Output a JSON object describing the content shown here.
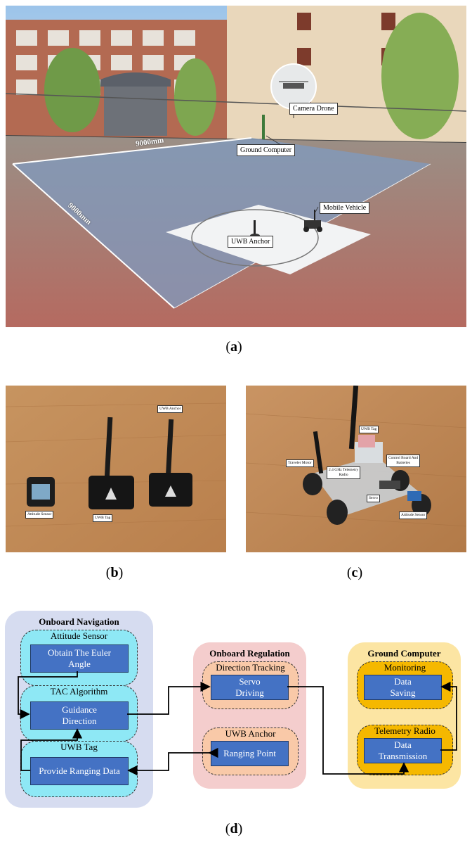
{
  "panel_a": {
    "label_paren_open": "(",
    "label_letter": "a",
    "label_paren_close": ")",
    "callouts": {
      "camera_drone": "Camera Drone",
      "ground_computer": "Ground Computer",
      "mobile_vehicle": "Mobile Vehicle",
      "uwb_anchor": "UWB Anchor"
    },
    "dimension_top": "9000mm",
    "dimension_left": "9000mm"
  },
  "panel_b": {
    "label_paren_open": "(",
    "label_letter": "b",
    "label_paren_close": ")",
    "callouts": {
      "uwb_anchor": "UWB Anchor",
      "attitude_sensor": "Attitude Sensor",
      "uwb_tag": "UWB Tag"
    }
  },
  "panel_c": {
    "label_paren_open": "(",
    "label_letter": "c",
    "label_paren_close": ")",
    "callouts": {
      "uwb_tag": "UWB Tag",
      "traveler_motor": "Traveler Motor",
      "control_board_1": "Control Board And",
      "control_board_2": "Batteries",
      "telemetry_radio_1": "2.4 GHz Telemetry",
      "telemetry_radio_2": "Radio",
      "servo": "Servo",
      "attitude_sensor": "Attitude Sensor"
    }
  },
  "panel_d": {
    "label_paren_open": "(",
    "label_letter": "d",
    "label_paren_close": ")",
    "colors": {
      "navigation_bg": "#d6dcf0",
      "regulation_bg": "#f4cdcd",
      "ground_bg": "#fce5a3",
      "navigation_sub": "#8ee8f5",
      "regulation_sub": "#f9c9a8",
      "ground_sub": "#f5b800",
      "box": "#4472c4"
    },
    "onboard_navigation": {
      "title": "Onboard Navigation",
      "attitude_sensor": {
        "title": "Attitude Sensor",
        "box_line1": "Obtain The Euler",
        "box_line2": "Angle"
      },
      "tac_algorithm": {
        "title": "TAC Algorithm",
        "box_line1": "Guidance",
        "box_line2": "Direction"
      },
      "uwb_tag": {
        "title": "UWB Tag",
        "box_line1": "Provide Ranging Data"
      }
    },
    "onboard_regulation": {
      "title": "Onboard Regulation",
      "direction_tracking": {
        "title": "Direction Tracking",
        "box_line1": "Servo",
        "box_line2": "Driving"
      },
      "uwb_anchor": {
        "title": "UWB Anchor",
        "box_line1": "Ranging Point"
      }
    },
    "ground_computer": {
      "title": "Ground Computer",
      "monitoring": {
        "title": "Monitoring",
        "box_line1": "Data",
        "box_line2": "Saving"
      },
      "telemetry_radio": {
        "title": "Telemetry Radio",
        "box_line1": "Data",
        "box_line2": "Transmission"
      }
    }
  }
}
